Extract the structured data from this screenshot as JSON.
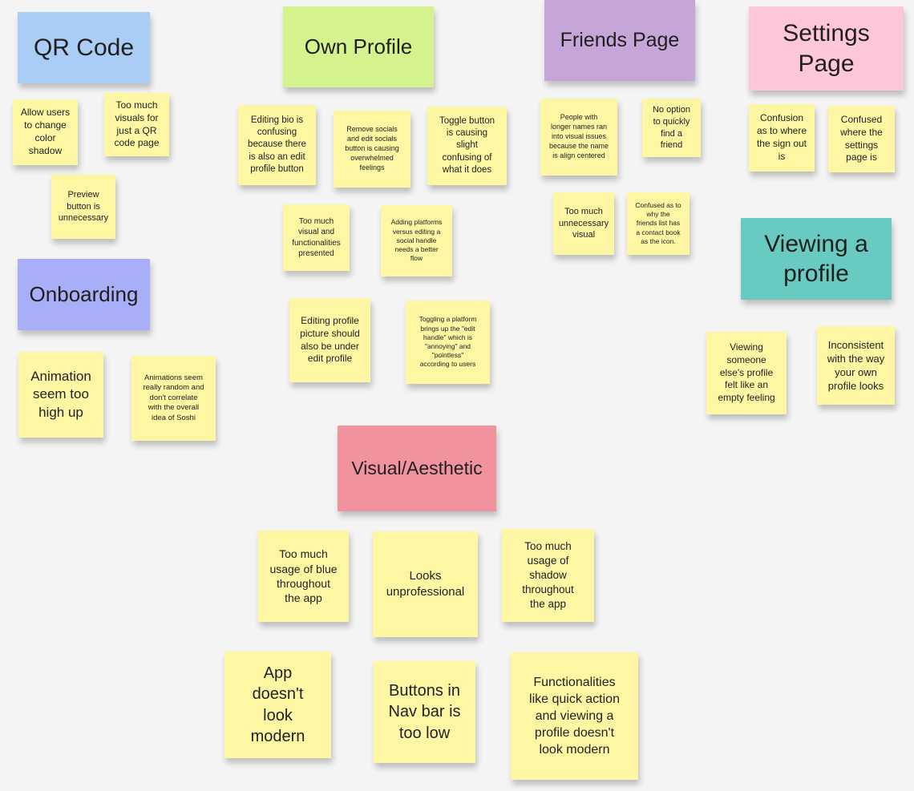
{
  "colors": {
    "background": "#f4f4f4",
    "sticky": "#fdf6a3",
    "qr_code": "#a9cdf5",
    "own_profile": "#d4f28e",
    "friends_page": "#c6a5d9",
    "settings_page": "#fdc6d9",
    "onboarding": "#a8aef7",
    "viewing_profile": "#68cac0",
    "visual_aesthetic": "#f0939e"
  },
  "headers": {
    "qr_code": "QR Code",
    "own_profile": "Own Profile",
    "friends_page": "Friends Page",
    "settings_page": "Settings\nPage",
    "onboarding": "Onboarding",
    "viewing_profile": "Viewing a\nprofile",
    "visual_aesthetic": "Visual/Aesthetic"
  },
  "notes": {
    "qr_1": "Allow users\nto change\ncolor\nshadow",
    "qr_2": "Too much\nvisuals for\njust a QR\ncode page",
    "qr_3": "Preview\nbutton is\nunnecessary",
    "op_1": "Editing bio is\nconfusing\nbecause there\nis also an edit\nprofile button",
    "op_2": "Remove socials\nand edit socials\nbutton is causing\noverwhelmed\nfeelings",
    "op_3": "Toggle button\nis causing\nslight\nconfusing of\nwhat it does",
    "op_4": "Too much\nvisual and\nfunctionalities\npresented",
    "op_5": "Adding platforms\nversus editing a\nsocial handle\nneeds a better\nflow",
    "op_6": "Editing profile\npicture should\nalso be under\nedit profile",
    "op_7": "Toggling a platform\nbrings up the \"edit\nhandle\" which is\n\"annoying\" and\n\"pointless\"\naccording to users",
    "fp_1": "People with\nlonger names ran\ninto visual issues\nbecause the name\nis align centered",
    "fp_2": "No option\nto quickly\nfind a\nfriend",
    "fp_3": "Too much\nunnecessary\nvisual",
    "fp_4": "Confused as to\nwhy the\nfriends list has\na contact book\nas the icon.",
    "sp_1": "Confusion\nas to where\nthe sign out\nis",
    "sp_2": "Confused\nwhere the\nsettings\npage is",
    "ob_1": "Animation\nseem too\nhigh up",
    "ob_2": "Animations seem\nreally random and\ndon't correlate\nwith the overall\nidea of Soshi",
    "vp_1": "Viewing\nsomeone\nelse's profile\nfelt like an\nempty feeling",
    "vp_2": "Inconsistent\nwith the way\nyour own\nprofile looks",
    "va_1": "Too much\nusage of blue\nthroughout\nthe app",
    "va_2": "Looks\nunprofessional",
    "va_3": "Too much\nusage of\nshadow\nthroughout\nthe app",
    "va_4": "App\ndoesn't\nlook\nmodern",
    "va_5": "Buttons in\nNav bar is\ntoo low",
    "va_6": "Functionalities\nlike quick action\nand viewing a\nprofile doesn't\nlook modern"
  }
}
